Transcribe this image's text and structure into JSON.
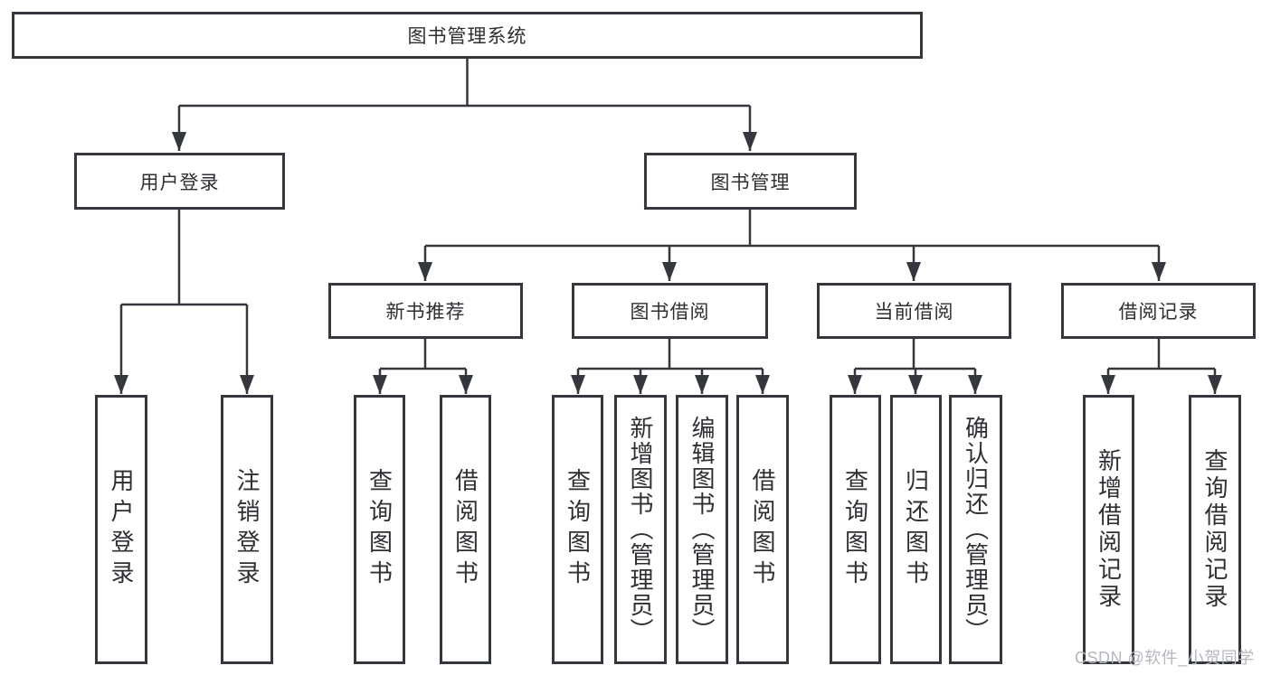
{
  "diagram": {
    "type": "tree",
    "root": {
      "id": "system",
      "label": "图书管理系统"
    },
    "level2": [
      {
        "id": "user-login-group",
        "label": "用户登录",
        "parent": "system"
      },
      {
        "id": "book-management",
        "label": "图书管理",
        "parent": "system"
      }
    ],
    "level3": [
      {
        "id": "new-book-recommend",
        "label": "新书推荐",
        "parent": "book-management"
      },
      {
        "id": "book-borrowing",
        "label": "图书借阅",
        "parent": "book-management"
      },
      {
        "id": "current-borrowing",
        "label": "当前借阅",
        "parent": "book-management"
      },
      {
        "id": "borrowing-records",
        "label": "借阅记录",
        "parent": "book-management"
      }
    ],
    "leaves": [
      {
        "id": "leaf-user-login",
        "label": "用户登录",
        "parent": "user-login-group"
      },
      {
        "id": "leaf-logout",
        "label": "注销登录",
        "parent": "user-login-group"
      },
      {
        "id": "leaf-query-book-recommend",
        "label": "查询图书",
        "parent": "new-book-recommend"
      },
      {
        "id": "leaf-borrow-book-recommend",
        "label": "借阅图书",
        "parent": "new-book-recommend"
      },
      {
        "id": "leaf-query-book-borrowing",
        "label": "查询图书",
        "parent": "book-borrowing"
      },
      {
        "id": "leaf-add-book-admin",
        "label": "新增图书（管理员）",
        "parent": "book-borrowing"
      },
      {
        "id": "leaf-edit-book-admin",
        "label": "编辑图书（管理员）",
        "parent": "book-borrowing"
      },
      {
        "id": "leaf-borrow-book-borrowing",
        "label": "借阅图书",
        "parent": "book-borrowing"
      },
      {
        "id": "leaf-query-book-current",
        "label": "查询图书",
        "parent": "current-borrowing"
      },
      {
        "id": "leaf-return-book",
        "label": "归还图书",
        "parent": "current-borrowing"
      },
      {
        "id": "leaf-confirm-return-admin",
        "label": "确认归还（管理员）",
        "parent": "current-borrowing"
      },
      {
        "id": "leaf-add-borrow-record",
        "label": "新增借阅记录",
        "parent": "borrowing-records"
      },
      {
        "id": "leaf-query-borrow-record",
        "label": "查询借阅记录",
        "parent": "borrowing-records"
      }
    ]
  },
  "watermark": {
    "text": "CSDN @软件_小贺同学"
  },
  "colors": {
    "line": "#34373c",
    "border": "#34373c",
    "text": "#2d2f33",
    "background": "#ffffff",
    "watermark": "#b4b7bd"
  }
}
